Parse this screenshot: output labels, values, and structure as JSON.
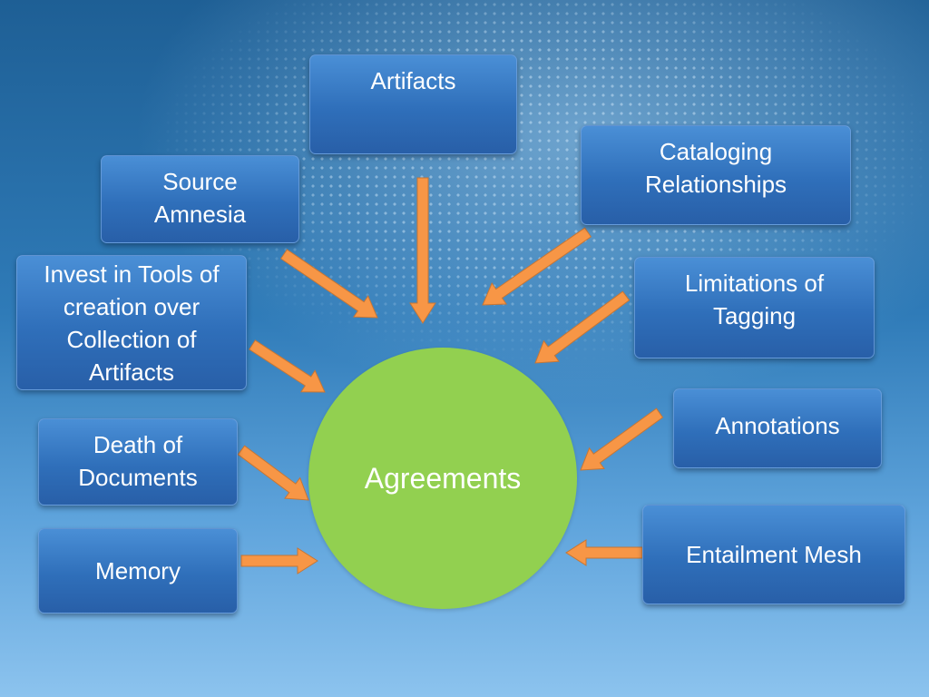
{
  "diagram": {
    "center": "Agreements",
    "nodes": [
      {
        "id": "artifacts",
        "label": "Artifacts"
      },
      {
        "id": "cataloging",
        "label": "Cataloging\nRelationships"
      },
      {
        "id": "source-amnesia",
        "label": "Source\nAmnesia"
      },
      {
        "id": "invest-tools",
        "label": "Invest in Tools of\ncreation over\nCollection of\nArtifacts"
      },
      {
        "id": "limitations-tagging",
        "label": "Limitations of\nTagging"
      },
      {
        "id": "death-documents",
        "label": "Death of\nDocuments"
      },
      {
        "id": "annotations",
        "label": "Annotations"
      },
      {
        "id": "memory",
        "label": "Memory"
      },
      {
        "id": "entailment-mesh",
        "label": "Entailment Mesh"
      }
    ],
    "colors": {
      "node_fill": "#2f6fba",
      "center_fill": "#92d050",
      "arrow_fill": "#f79646"
    }
  }
}
